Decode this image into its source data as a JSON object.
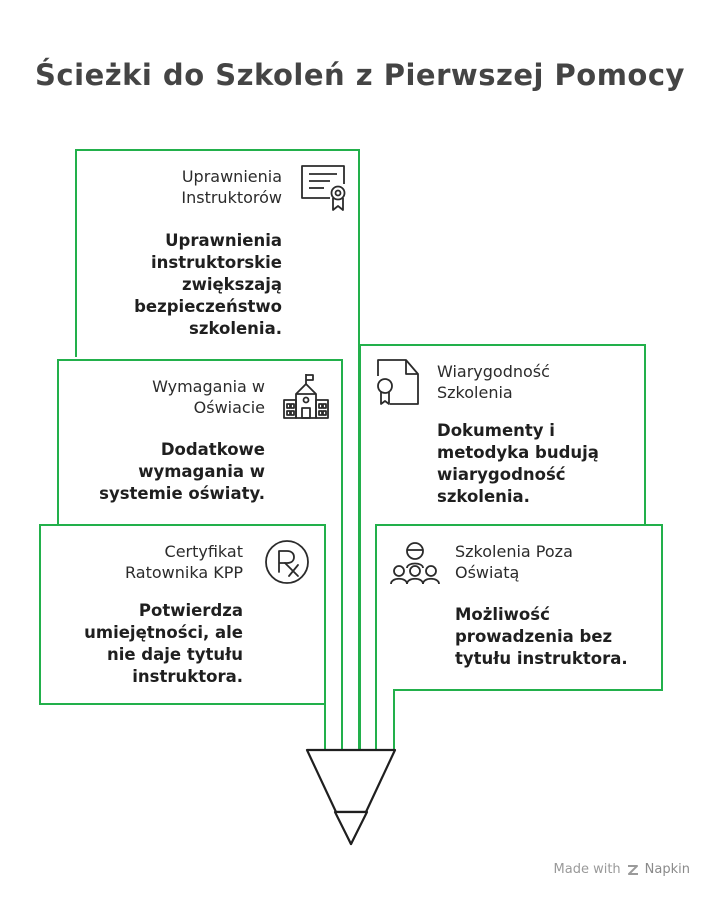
{
  "title": "Ścieżki do Szkoleń z Pierwszej Pomocy",
  "accent_color": "#22b04b",
  "cards": [
    {
      "id": "instructor-rights",
      "label": "Uprawnienia\nInstruktorów",
      "description": "Uprawnienia\ninstruktorskie\nzwiększają\nbezpieczeństwo\nszkolenia.",
      "icon": "certificate-icon"
    },
    {
      "id": "education-requirements",
      "label": "Wymagania w\nOświacie",
      "description": "Dodatkowe\nwymagania w\nsystemie oświaty.",
      "icon": "school-building-icon"
    },
    {
      "id": "kpp-certificate",
      "label": "Certyfikat\nRatownika KPP",
      "description": "Potwierdza\numiejętności, ale\nnie daje tytułu\ninstruktora.",
      "icon": "rx-icon"
    },
    {
      "id": "training-credibility",
      "label": "Wiarygodność\nSzkolenia",
      "description": "Dokumenty i\nmetodyka budują\nwiarygodność\nszkolenia.",
      "icon": "document-award-icon"
    },
    {
      "id": "training-outside-education",
      "label": "Szkolenia Poza\nOświatą",
      "description": "Możliwość\nprowadzenia bez\ntytułu instruktora.",
      "icon": "group-instructor-icon"
    }
  ],
  "footer": {
    "made_with": "Made with",
    "brand": "Napkin"
  }
}
